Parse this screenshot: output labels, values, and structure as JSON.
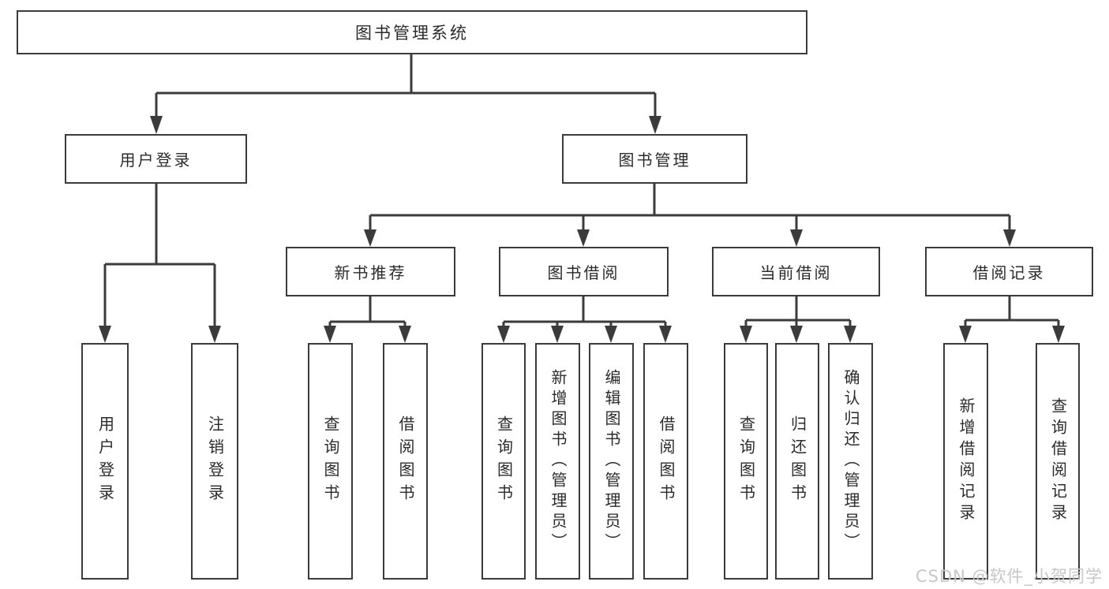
{
  "tree": {
    "root": {
      "label": "图书管理系统"
    },
    "children": [
      {
        "label": "用户登录",
        "children": [
          {
            "label": "用户登录"
          },
          {
            "label": "注销登录"
          }
        ]
      },
      {
        "label": "图书管理",
        "children": [
          {
            "label": "新书推荐",
            "children": [
              {
                "label": "查询图书"
              },
              {
                "label": "借阅图书"
              }
            ]
          },
          {
            "label": "图书借阅",
            "children": [
              {
                "label": "查询图书"
              },
              {
                "label": "新增图书（管理员）"
              },
              {
                "label": "编辑图书（管理员）"
              },
              {
                "label": "借阅图书"
              }
            ]
          },
          {
            "label": "当前借阅",
            "children": [
              {
                "label": "查询图书"
              },
              {
                "label": "归还图书"
              },
              {
                "label": "确认归还（管理员）"
              }
            ]
          },
          {
            "label": "借阅记录",
            "children": [
              {
                "label": "新增借阅记录"
              },
              {
                "label": "查询借阅记录"
              }
            ]
          }
        ]
      }
    ]
  },
  "watermark": "CSDN @软件_小贺同学",
  "colors": {
    "line": "#3b3b3b",
    "text": "#2b2b2b",
    "watermark": "#c7c7c7",
    "background": "#ffffff"
  }
}
